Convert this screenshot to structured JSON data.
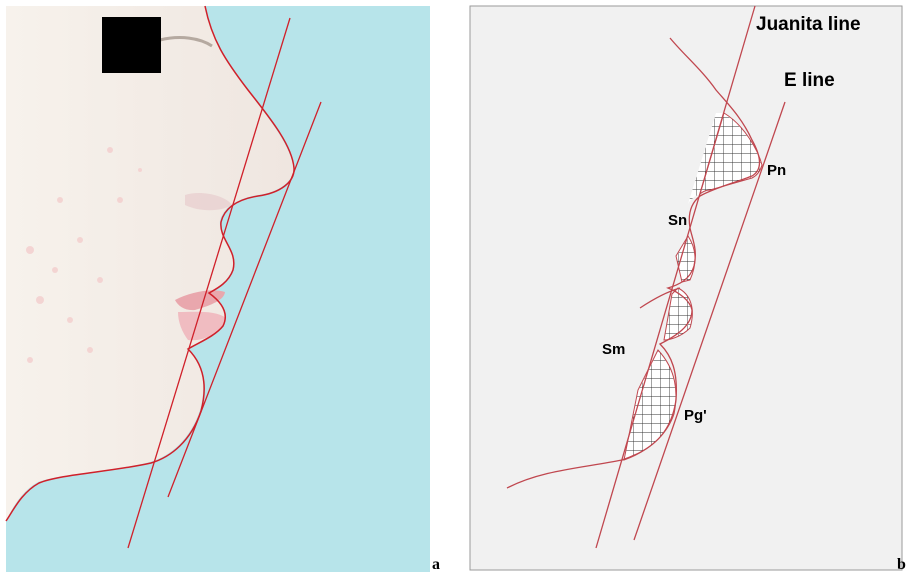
{
  "panel_a": {
    "letter": "a",
    "colors": {
      "background": "#b7e4ea",
      "skin": "#f4efea",
      "outline": "#d0202a"
    },
    "redaction_box": true
  },
  "panel_b": {
    "letter": "b",
    "labels": {
      "juanita_line": "Juanita line",
      "e_line": "E line",
      "pn": "Pn",
      "sn": "Sn",
      "sm": "Sm",
      "pg": "Pg'"
    },
    "colors": {
      "background": "#f1f1f1",
      "border": "#9a9a9a",
      "line": "#c0474f",
      "hatch": "#333333"
    }
  }
}
